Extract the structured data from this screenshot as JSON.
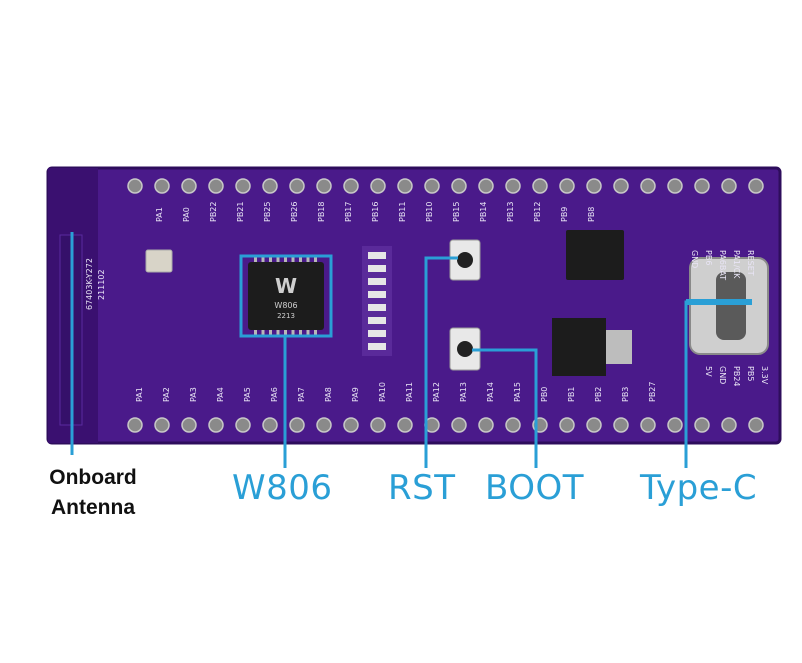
{
  "labels": {
    "antenna_line1": "Onboard",
    "antenna_line2": "Antenna",
    "w806": "W806",
    "rst": "RST",
    "boot": "BOOT",
    "typec": "Type-C"
  },
  "board": {
    "silk_vertical": [
      "67403K-Y272",
      "211102"
    ],
    "chip_text": [
      "W",
      "W806",
      "2213"
    ],
    "top_pins": [
      "PA1",
      "PA0",
      "PB22",
      "PB21",
      "PB25",
      "PB26",
      "PB18",
      "PB17",
      "PB16",
      "PB11",
      "PB10",
      "PB15",
      "PB14",
      "PB13",
      "PB12",
      "PB9",
      "PB8"
    ],
    "bottom_pins": [
      "PA1",
      "PA2",
      "PA3",
      "PA4",
      "PA5",
      "PA6",
      "PA7",
      "PA8",
      "PA9",
      "PA10",
      "PA11",
      "PA12",
      "PA13",
      "PA14",
      "PA15",
      "PB0",
      "PB1",
      "PB2",
      "PB3",
      "PB27"
    ],
    "right_top": [
      "GND",
      "PB6",
      "PA6BAT",
      "PA1/CK",
      "RESET"
    ],
    "right_bottom": [
      "3.3V",
      "PB5",
      "PB24",
      "GND",
      "5V"
    ]
  },
  "colors": {
    "pcb": "#4a1a8a",
    "pcb_dark": "#3a1070",
    "accent": "#2a9fd6",
    "label_dark": "#111111"
  }
}
